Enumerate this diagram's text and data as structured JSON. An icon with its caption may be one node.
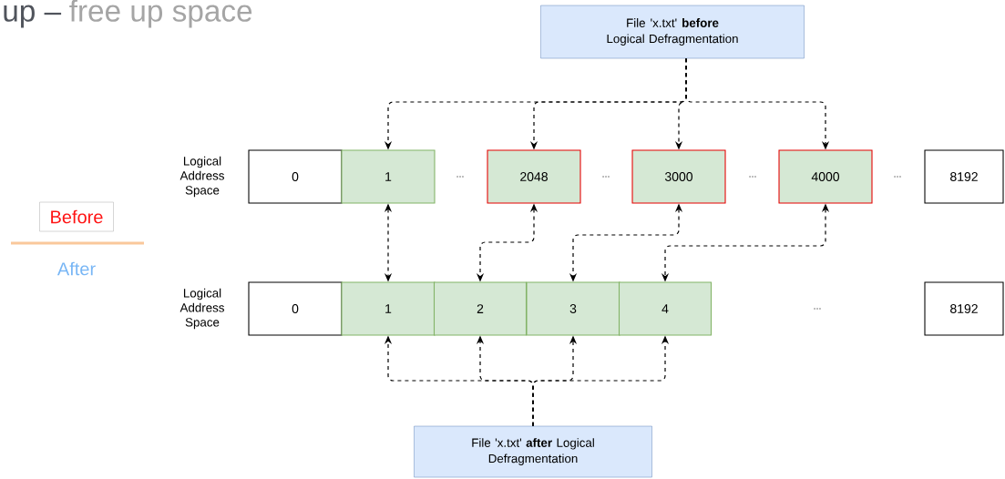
{
  "diagram": {
    "nodes": [
      {
        "text": [
          "File 'x.txt' **before** Logical Defragmentation"
        ]
      },
      {
        "text": [
          "0"
        ]
      },
      {
        "text": [
          "1"
        ]
      },
      {
        "text": [
          "2048"
        ]
      },
      {
        "text": [
          "3000"
        ]
      },
      {
        "text": [
          "4000"
        ]
      },
      {
        "text": [
          "8192"
        ]
      },
      {
        "text": [
          "Before"
        ]
      },
      {
        "text": [
          "0"
        ]
      },
      {
        "text": [
          "1"
        ]
      },
      {
        "text": [
          "2"
        ]
      },
      {
        "text": [
          "3"
        ]
      },
      {
        "text": [
          "4"
        ]
      },
      {
        "text": [
          "8192"
        ]
      },
      {
        "text": [
          "File 'x.txt' **after** Logical Defragmentation"
        ]
      }
    ],
    "edges": [
      {
        "from": 0,
        "to": 2,
        "arrow": "to",
        "style": "dashed"
      },
      {
        "from": 0,
        "to": 3,
        "arrow": "to",
        "style": "dashed"
      },
      {
        "from": 0,
        "to": 4,
        "arrow": "to",
        "style": "dashed"
      },
      {
        "from": 0,
        "to": 5,
        "arrow": "to",
        "style": "dashed"
      },
      {
        "from": 2,
        "to": 9,
        "arrow": "both",
        "style": "dashed"
      },
      {
        "from": 3,
        "to": 10,
        "arrow": "both",
        "style": "dashed"
      },
      {
        "from": 4,
        "to": 11,
        "arrow": "both",
        "style": "dashed"
      },
      {
        "from": 5,
        "to": 12,
        "arrow": "both",
        "style": "dashed"
      },
      {
        "from": 14,
        "to": 9,
        "arrow": "to",
        "style": "dashed"
      },
      {
        "from": 14,
        "to": 10,
        "arrow": "to",
        "style": "dashed"
      },
      {
        "from": 14,
        "to": 11,
        "arrow": "to",
        "style": "dashed"
      },
      {
        "from": 14,
        "to": 12,
        "arrow": "to",
        "style": "dashed"
      }
    ],
    "labels": [
      "up –",
      "free up space",
      "Logical Address Space",
      "...",
      "...",
      "...",
      "...",
      "After",
      "Logical Address Space",
      "..."
    ]
  }
}
